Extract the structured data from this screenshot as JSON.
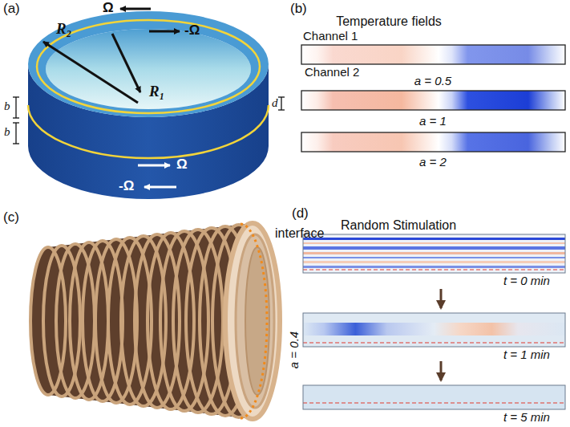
{
  "diagram": {
    "labels": [
      "(a)",
      "Ω",
      "-Ω",
      "R₂",
      "R₁",
      "b",
      "b",
      "d",
      "Ω",
      "-Ω",
      "(b)",
      "Temperature fields",
      "Channel 1",
      "Channel 2",
      "a = 0.5",
      "a = 1",
      "a = 2",
      "(c)",
      "interface",
      "(d)",
      "Random Stimulation",
      "t = 0 min",
      "a = 0.4",
      "t = 1 min",
      "t = 5 min"
    ]
  }
}
